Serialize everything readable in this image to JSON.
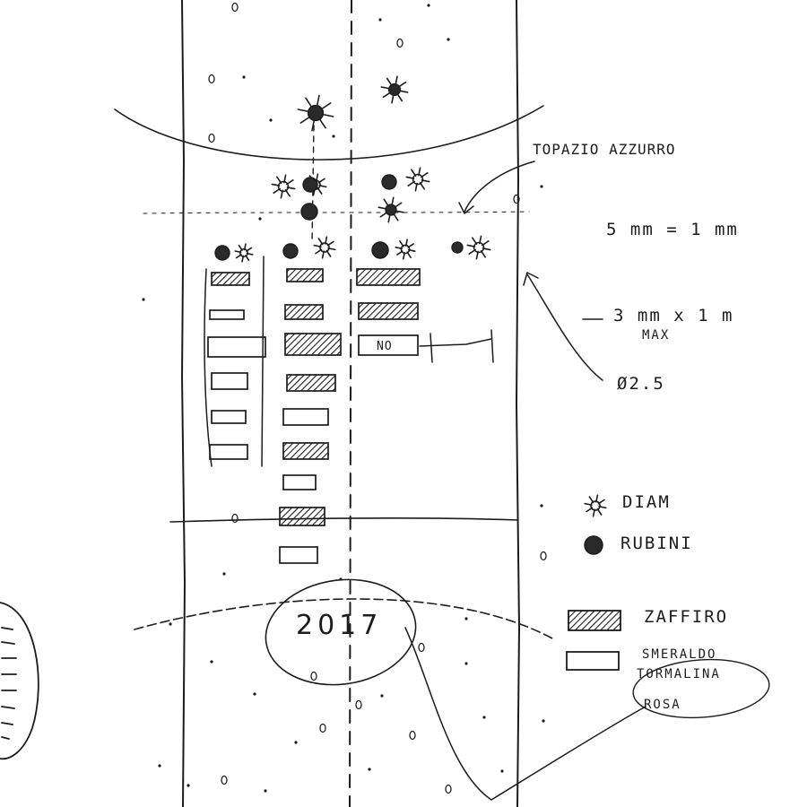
{
  "sketch": {
    "year_label": "2017",
    "slot_text": "NO"
  },
  "annotations": {
    "topaz": "TOPAZIO AZZURRO",
    "scale": "5 mm = 1 mm",
    "size_line1": "3 mm x 1 m",
    "size_line2": "MAX",
    "diameter": "Ø2.5"
  },
  "legend": {
    "diamond": "DIAM",
    "ruby": "RUBINI",
    "sapphire": "ZAFFIRO",
    "emerald_line1": "SMERALDO",
    "emerald_line2": "TORMALINA",
    "emerald_line3": "ROSA"
  },
  "symbols": {
    "diamond": "star-burst",
    "ruby": "filled-circle",
    "sapphire": "hatched-rectangle",
    "emerald": "outline-rectangle"
  },
  "colors": {
    "ink": "#1c1c1c",
    "paper": "#ffffff"
  }
}
